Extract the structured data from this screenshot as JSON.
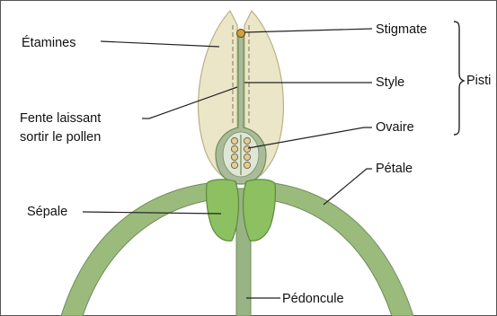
{
  "labels": {
    "etamines": "Étamines",
    "fente_line1": "Fente laissant",
    "fente_line2": "sortir le pollen",
    "sepale": "Sépale",
    "stigmate": "Stigmate",
    "style": "Style",
    "ovaire": "Ovaire",
    "pistil": "Pisti",
    "petale": "Pétale",
    "pedoncule": "Pédoncule"
  },
  "colors": {
    "stamen_fill": "#ebe6c7",
    "stamen_stroke": "#b7b088",
    "petal_fill": "#9bbb7c",
    "sepal_fill": "#8cc061",
    "stem_fill": "#98b384",
    "pistil_fill": "#a9bb9b",
    "ovary_inner": "#dfe6d6",
    "ovule_fill": "#e2cc9c",
    "stigma_fill": "#d2a23a"
  }
}
